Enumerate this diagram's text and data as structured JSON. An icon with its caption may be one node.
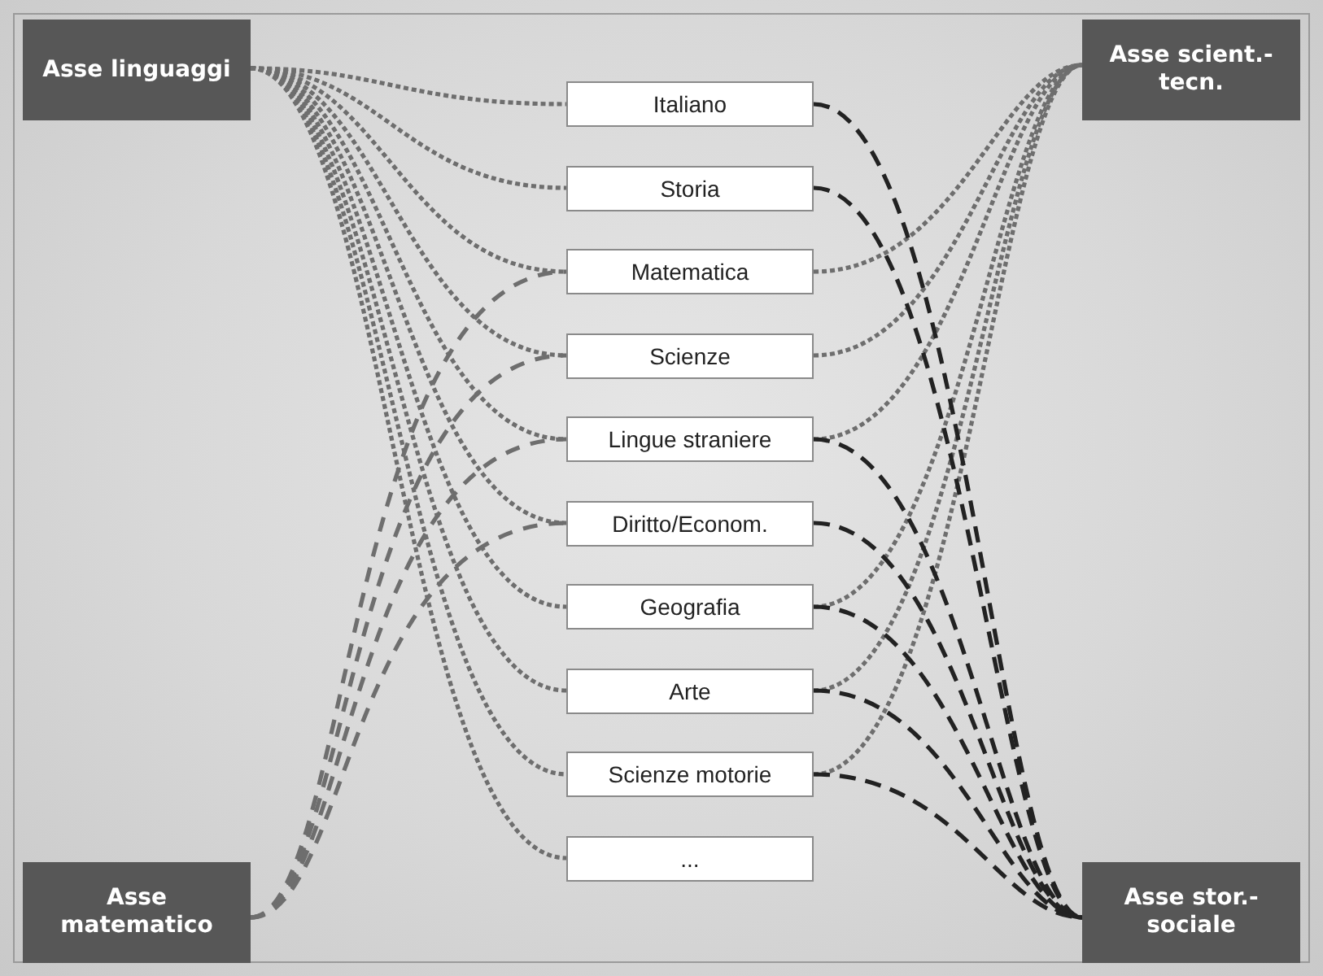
{
  "diagram": {
    "nodes": [
      {
        "text": [
          "Asse linguaggi"
        ]
      },
      {
        "text": [
          "Asse scient.-tecn."
        ]
      },
      {
        "text": [
          "Italiano"
        ]
      },
      {
        "text": [
          "Storia"
        ]
      },
      {
        "text": [
          "Matematica"
        ]
      },
      {
        "text": [
          "Scienze"
        ]
      },
      {
        "text": [
          "Lingue straniere"
        ]
      },
      {
        "text": [
          "Diritto/Econom."
        ]
      },
      {
        "text": [
          "Geografia"
        ]
      },
      {
        "text": [
          "Arte"
        ]
      },
      {
        "text": [
          "Scienze motorie"
        ]
      },
      {
        "text": [
          "..."
        ]
      },
      {
        "text": [
          "Asse matematico"
        ]
      },
      {
        "text": [
          "Asse stor.-sociale"
        ]
      }
    ],
    "edges": [
      {
        "from": 0,
        "to": 2,
        "arrow": "none"
      },
      {
        "from": 0,
        "to": 3,
        "arrow": "none"
      },
      {
        "from": 0,
        "to": 4,
        "arrow": "none"
      },
      {
        "from": 0,
        "to": 5,
        "arrow": "none"
      },
      {
        "from": 0,
        "to": 6,
        "arrow": "none"
      },
      {
        "from": 0,
        "to": 7,
        "arrow": "none"
      },
      {
        "from": 0,
        "to": 8,
        "arrow": "none"
      },
      {
        "from": 0,
        "to": 9,
        "arrow": "none"
      },
      {
        "from": 0,
        "to": 10,
        "arrow": "none"
      },
      {
        "from": 0,
        "to": 11,
        "arrow": "none"
      },
      {
        "from": 12,
        "to": 4,
        "arrow": "none",
        "style": "dashed"
      },
      {
        "from": 12,
        "to": 5,
        "arrow": "none",
        "style": "dashed"
      },
      {
        "from": 12,
        "to": 6,
        "arrow": "none",
        "style": "dashed"
      },
      {
        "from": 12,
        "to": 7,
        "arrow": "none",
        "style": "dashed"
      },
      {
        "from": 1,
        "to": 4,
        "arrow": "none"
      },
      {
        "from": 1,
        "to": 5,
        "arrow": "none"
      },
      {
        "from": 1,
        "to": 6,
        "arrow": "none"
      },
      {
        "from": 1,
        "to": 8,
        "arrow": "none"
      },
      {
        "from": 1,
        "to": 9,
        "arrow": "none"
      },
      {
        "from": 1,
        "to": 10,
        "arrow": "none"
      },
      {
        "from": 13,
        "to": 2,
        "arrow": "none",
        "style": "dashed",
        "color": "#222222"
      },
      {
        "from": 13,
        "to": 3,
        "arrow": "none",
        "style": "dashed",
        "color": "#222222"
      },
      {
        "from": 13,
        "to": 6,
        "arrow": "none",
        "style": "dashed",
        "color": "#222222"
      },
      {
        "from": 13,
        "to": 7,
        "arrow": "none",
        "style": "dashed",
        "color": "#222222"
      },
      {
        "from": 13,
        "to": 8,
        "arrow": "none",
        "style": "dashed",
        "color": "#222222"
      },
      {
        "from": 13,
        "to": 9,
        "arrow": "none",
        "style": "dashed",
        "color": "#222222"
      },
      {
        "from": 13,
        "to": 10,
        "arrow": "none",
        "style": "dashed",
        "color": "#222222"
      }
    ]
  }
}
